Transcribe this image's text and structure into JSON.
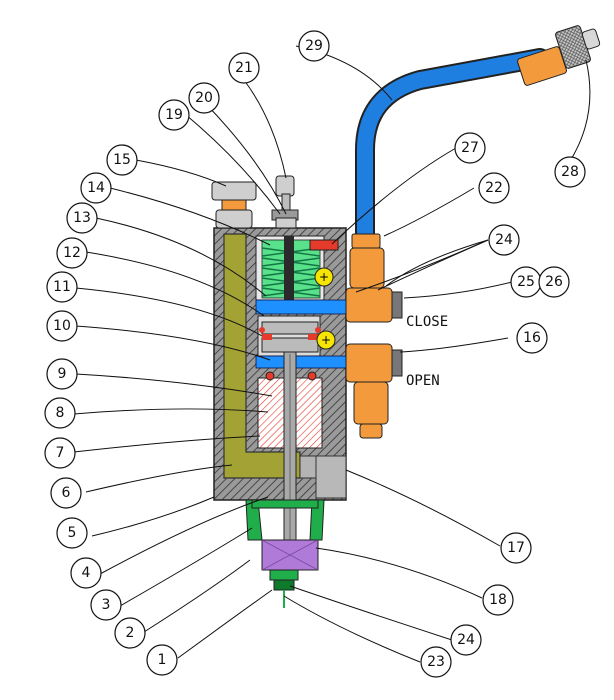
{
  "labels": {
    "close": "CLOSE",
    "open": "OPEN"
  },
  "callouts": [
    "1",
    "2",
    "3",
    "4",
    "5",
    "6",
    "7",
    "8",
    "9",
    "10",
    "11",
    "12",
    "13",
    "14",
    "15",
    "16",
    "17",
    "18",
    "19",
    "20",
    "21",
    "22",
    "23",
    "24",
    "25",
    "26",
    "27",
    "28",
    "29"
  ],
  "colors": {
    "body_gray": "#8a8a8a",
    "hatch_dark": "#3a3a3a",
    "olive_channel": "#a3a335",
    "spring_green": "#59e08a",
    "port_blue": "#1e90ff",
    "hose_blue": "#1f7fe0",
    "fitting_orange": "#f39b3c",
    "piston_red": "#e63a2a",
    "indicator_yellow": "#f5e500",
    "nozzle_purple": "#b07ad8",
    "tip_green": "#1fae4a"
  }
}
